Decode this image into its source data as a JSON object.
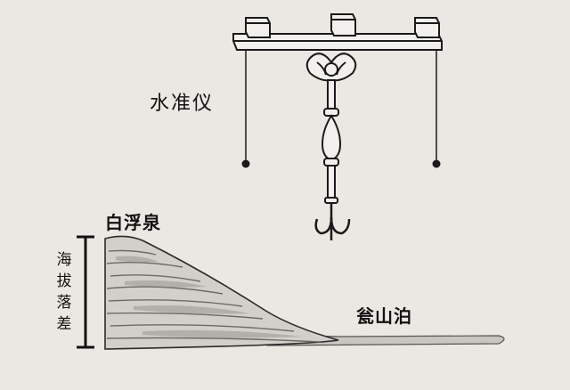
{
  "labels": {
    "instrument": "水准仪",
    "spring": "白浮泉",
    "lake": "瓮山泊",
    "elevation_drop": "海拔落差"
  },
  "colors": {
    "background": "#ebe8e3",
    "ink": "#1a1a1a",
    "terrain_fill": "#cfcbc6",
    "terrain_dark": "#8a8682"
  }
}
